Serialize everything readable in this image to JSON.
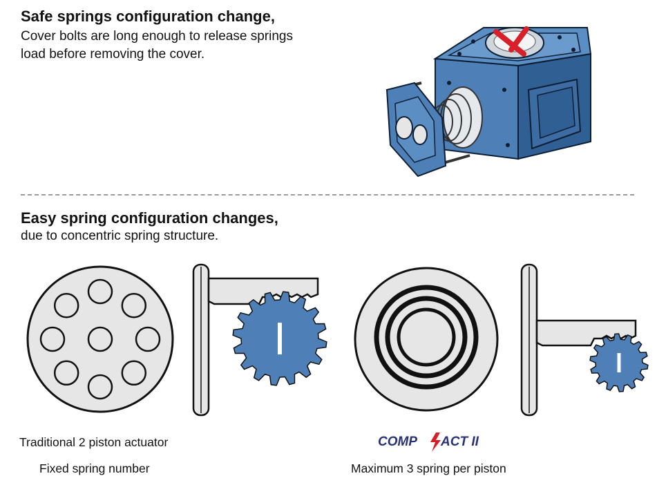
{
  "section1": {
    "title": "Safe springs configuration change,",
    "line1": "Cover bolts are long enough to release springs",
    "line2": "load before removing the cover."
  },
  "section2": {
    "title": "Easy spring configuration changes,",
    "line1": "due to concentric spring structure."
  },
  "left_diagram": {
    "caption1": "Traditional 2 piston actuator",
    "caption2": "Fixed spring number",
    "spring_count": 9
  },
  "right_diagram": {
    "logo_text": "COMP",
    "logo_text_2": "ACT II",
    "caption": "Maximum 3 spring per piston",
    "spring_count": 3
  },
  "colors": {
    "actuator_blue": "#4e80b7",
    "actuator_blue_dark": "#2f5f93",
    "gray_fill": "#e6e6e6",
    "red_indicator": "#d8202a",
    "logo_navy": "#27327a",
    "logo_red": "#d41f26"
  }
}
